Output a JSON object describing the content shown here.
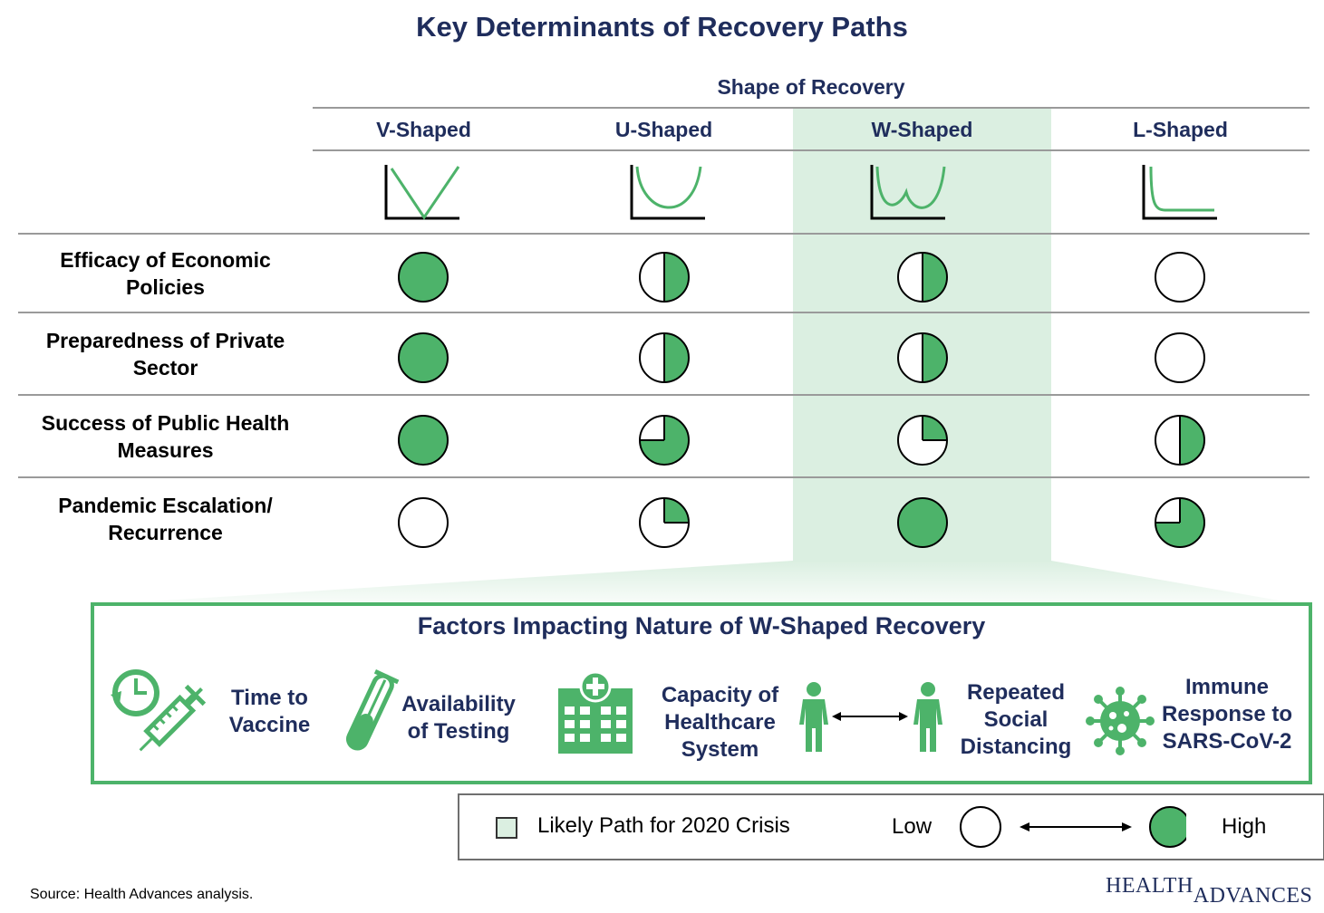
{
  "title": "Key Determinants of Recovery Paths",
  "shape_header": "Shape of Recovery",
  "columns": [
    {
      "label": "V-Shaped",
      "highlighted": false
    },
    {
      "label": "U-Shaped",
      "highlighted": false
    },
    {
      "label": "W-Shaped",
      "highlighted": true
    },
    {
      "label": "L-Shaped",
      "highlighted": false
    }
  ],
  "rows": [
    {
      "label_line1": "Efficacy of Economic",
      "label_line2": "Policies",
      "ratings": [
        1,
        0.5,
        0.5,
        0
      ]
    },
    {
      "label_line1": "Preparedness of Private",
      "label_line2": "Sector",
      "ratings": [
        1,
        0.5,
        0.5,
        0
      ]
    },
    {
      "label_line1": "Success of Public Health",
      "label_line2": "Measures",
      "ratings": [
        1,
        0.75,
        0.25,
        0.5
      ]
    },
    {
      "label_line1": "Pandemic Escalation/",
      "label_line2": "Recurrence",
      "ratings": [
        0,
        0.25,
        1,
        0.75
      ]
    }
  ],
  "factors": {
    "title": "Factors Impacting Nature of W-Shaped Recovery",
    "items": [
      {
        "icon": "clock-syringe-icon",
        "line1": "Time to",
        "line2": "Vaccine"
      },
      {
        "icon": "test-tube-icon",
        "line1": "Availability",
        "line2": "of Testing"
      },
      {
        "icon": "hospital-icon",
        "line1": "Capacity of",
        "line2": "Healthcare",
        "line3": "System"
      },
      {
        "icon": "people-distancing-icon",
        "line1": "Repeated",
        "line2": "Social",
        "line3": "Distancing"
      },
      {
        "icon": "virus-icon",
        "line1": "Immune",
        "line2": "Response to",
        "line3": "SARS-CoV-2"
      }
    ]
  },
  "legend": {
    "likely_path": "Likely Path for 2020 Crisis",
    "low": "Low",
    "high": "High"
  },
  "source": "Source:  Health Advances analysis.",
  "logo": {
    "part1": "HEALTH",
    "part2": "ADVANCES"
  },
  "colors": {
    "green": "#4db36a",
    "highlight": "#dbefe1",
    "navy": "#1f2d5c"
  }
}
